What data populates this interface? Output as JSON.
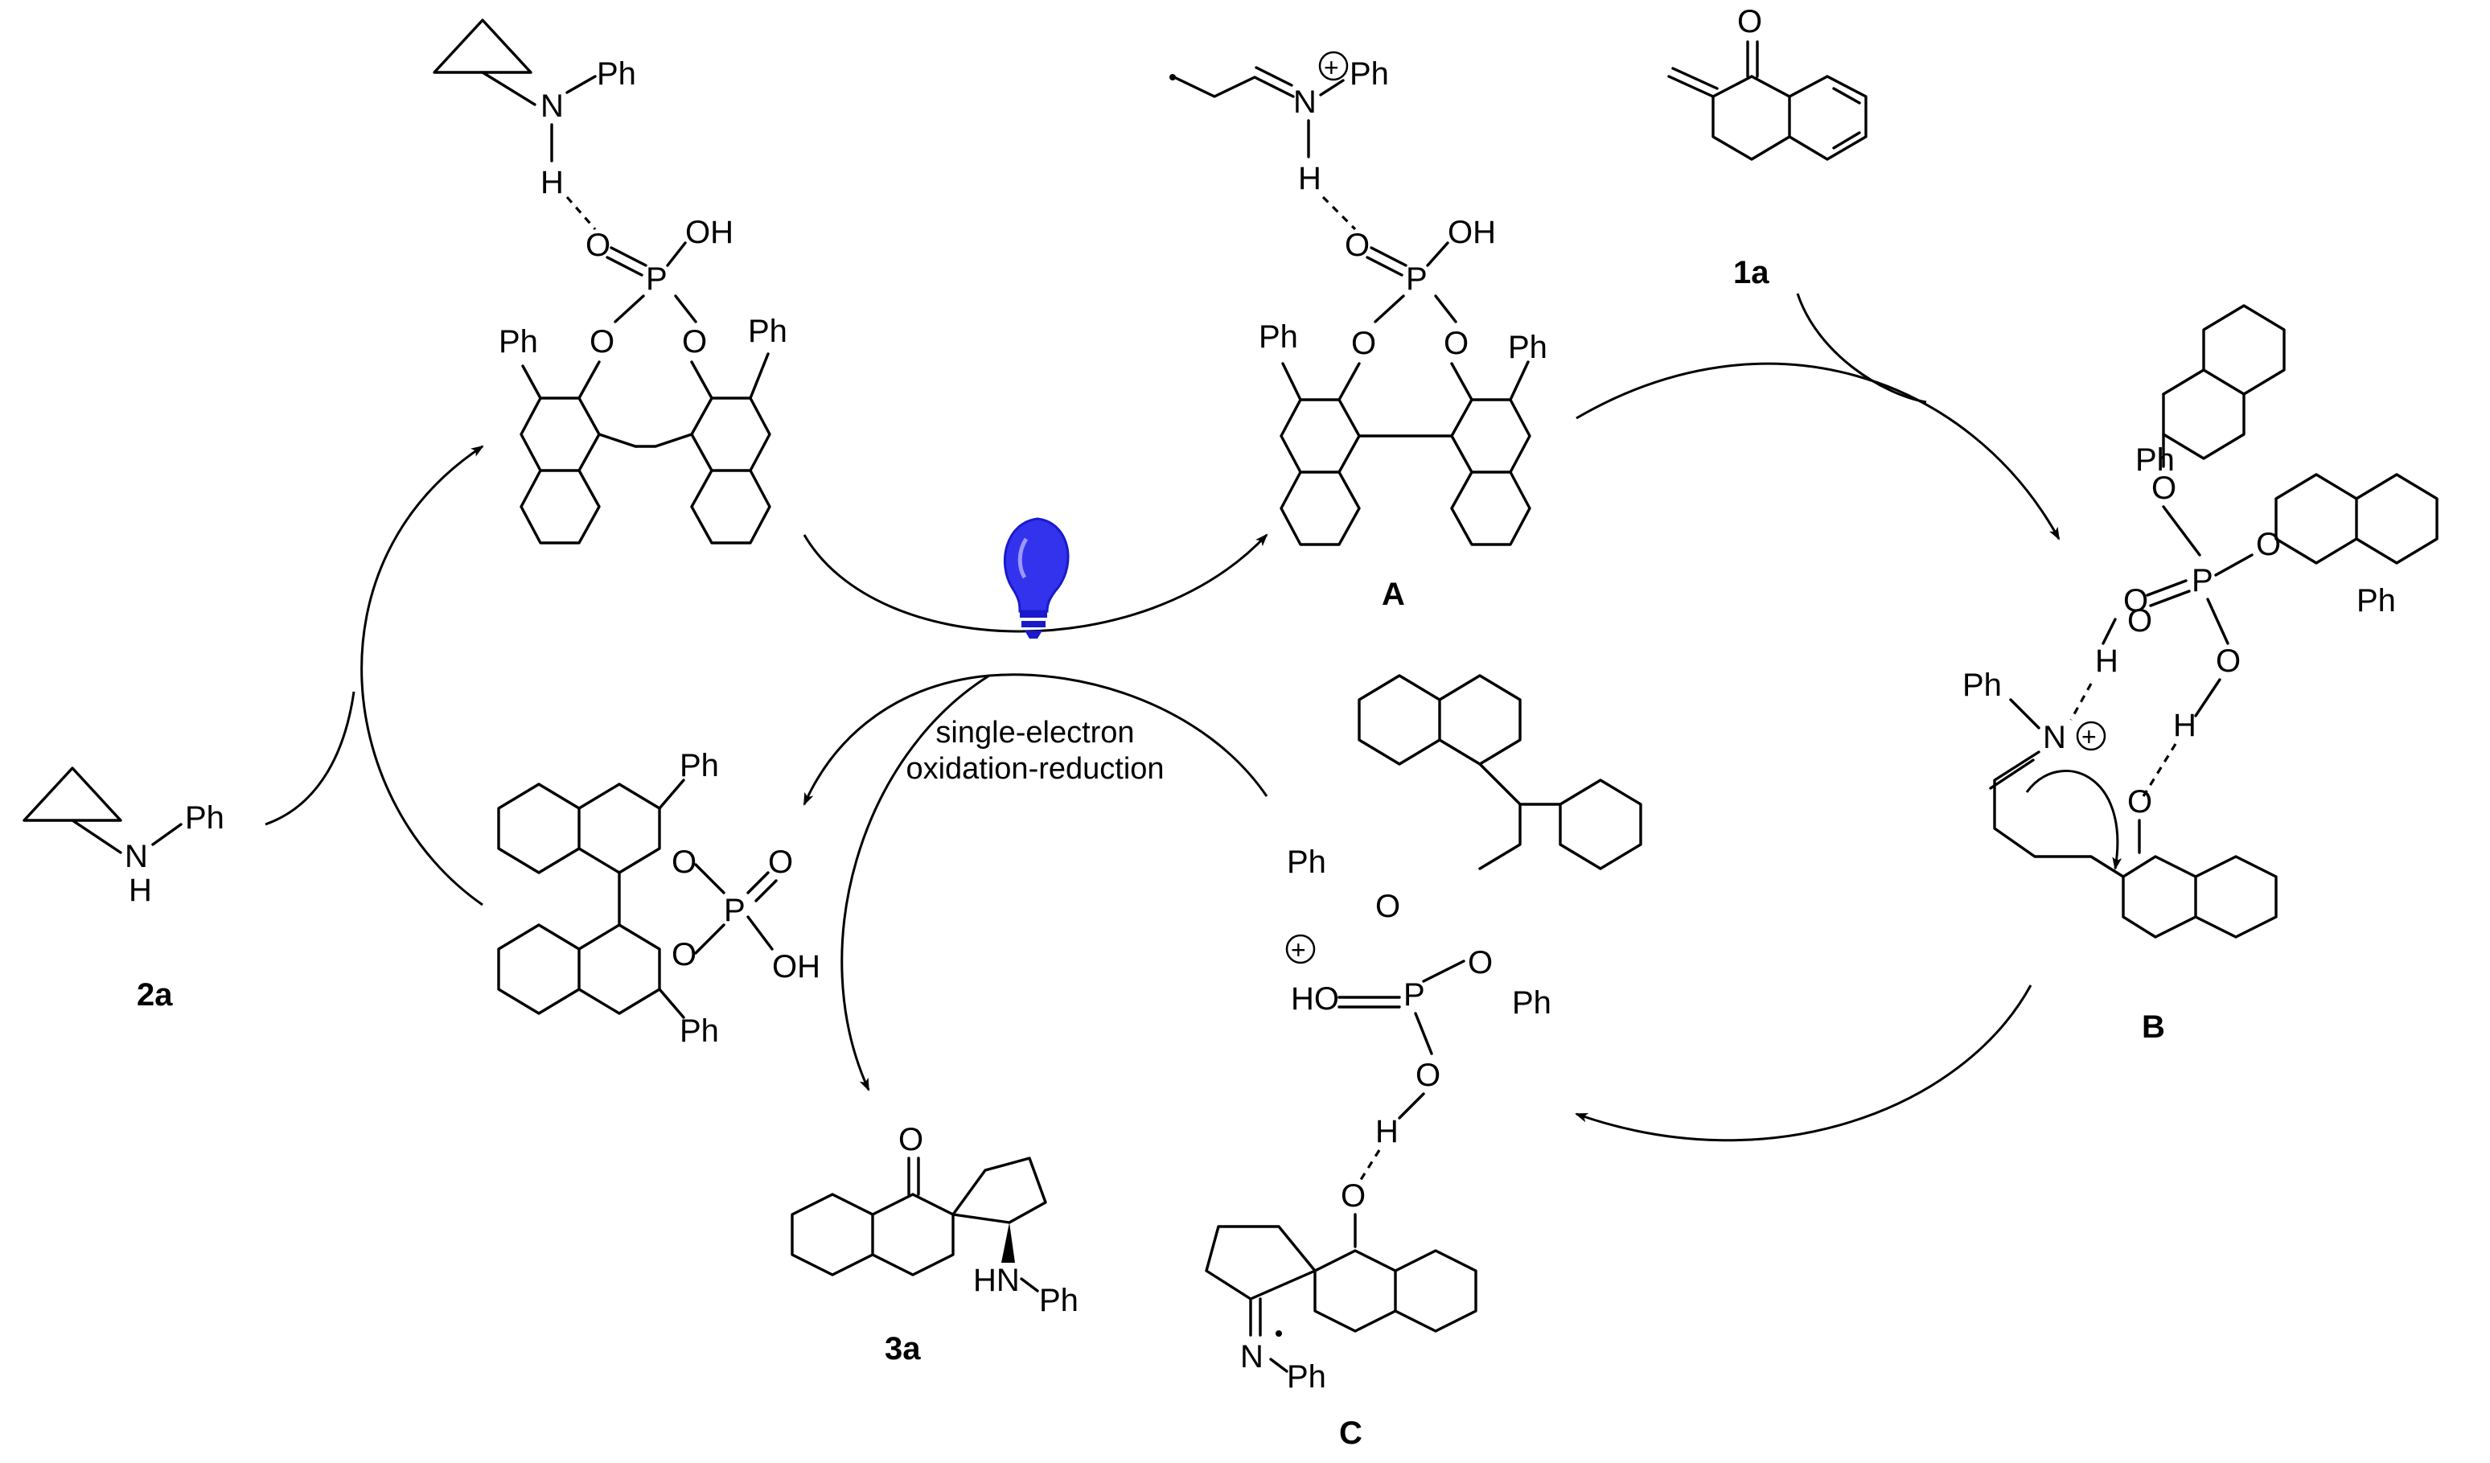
{
  "labels": {
    "compound_1a": "1a",
    "compound_2a": "2a",
    "compound_3a": "3a",
    "intermediate_A": "A",
    "intermediate_B": "B",
    "intermediate_C": "C"
  },
  "caption": {
    "line1": "single-electron",
    "line2": "oxidation-reduction"
  },
  "atoms": {
    "ph": "Ph",
    "n": "N",
    "h": "H",
    "o": "O",
    "p": "P",
    "oh": "OH",
    "ho": "HO",
    "nh_ph": "HN",
    "plus": "+"
  },
  "colors": {
    "bulb": "#3333ee",
    "bulb_dark": "#1a1acc",
    "ink": "#000000"
  },
  "icons": {
    "light_source": "light-bulb-icon"
  }
}
